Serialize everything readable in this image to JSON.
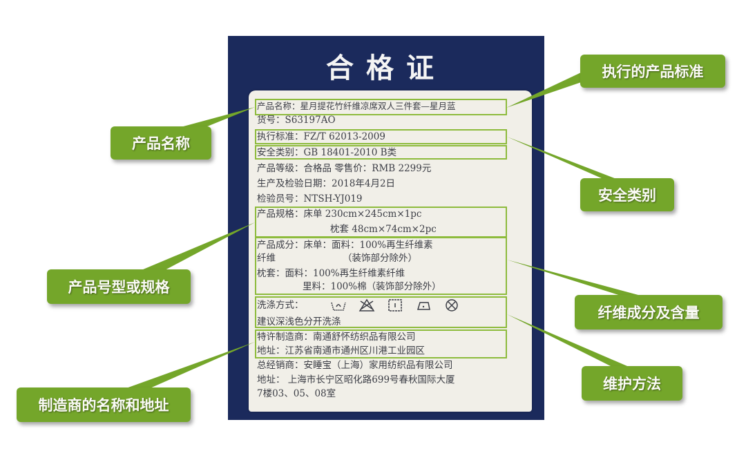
{
  "card": {
    "title": "合格证",
    "colors": {
      "navy": "#1b2a5c",
      "sheet": "#f1efe8",
      "highlight": "#8dbb3c",
      "callout": "#74a62a"
    }
  },
  "label": {
    "product_name": "产品名称：星月提花竹纤维凉席双人三件套—星月蓝",
    "item_no": "货号：S63197AO",
    "standard": "执行标准：FZ/T 62013-2009",
    "safety": "安全类别：GB 18401-2010 B类",
    "grade_price": "产品等级：合格品 零售价：RMB 2299元",
    "date": "生产及检验日期：2018年4月2日",
    "inspector": "检验员号：NTSH-YJ019",
    "spec_line1": "产品规格：床单 230cm×245cm×1pc",
    "spec_line2": "枕套 48cm×74cm×2pc",
    "comp_line1": "产品成分：床单：面料：100%再生纤维素",
    "comp_line2a": "纤维",
    "comp_line2b": "（装饰部分除外）",
    "comp_line3": "枕套：面料：100%再生纤维素纤维",
    "comp_line4": "里料：100%棉（装饰部分除外）",
    "care_label": "洗涤方式：",
    "care_icons": [
      "hand-wash-icon",
      "do-not-bleach-icon",
      "drip-dry-icon",
      "iron-low-icon",
      "do-not-dry-clean-icon"
    ],
    "care_note": "建议深浅色分开洗涤",
    "maker": "特许制造商：南通舒怀纺织品有限公司",
    "maker_addr": "地址：江苏省南通市通州区川港工业园区",
    "distributor": "总经销商：安睡宝（上海）家用纺织品有限公司",
    "dist_addr": "地址：  上海市长宁区昭化路699号春秋国际大厦",
    "dist_addr2": "7楼03、05、08室"
  },
  "callouts": {
    "standard": "执行的产品标准",
    "product_name": "产品名称",
    "safety": "安全类别",
    "spec": "产品号型或规格",
    "composition": "纤维成分及含量",
    "care": "维护方法",
    "manufacturer": "制造商的名称和地址"
  }
}
